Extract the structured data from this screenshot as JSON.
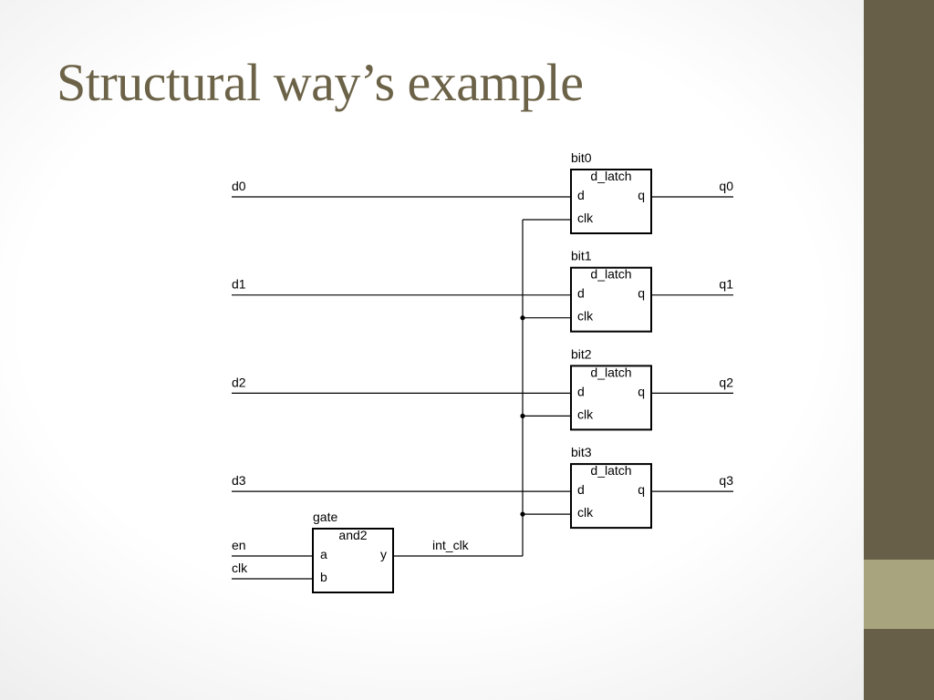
{
  "slide": {
    "title": "Structural way’s example",
    "colors": {
      "title": "#6b6247",
      "sidebar": "#685f48",
      "sidebar_accent": "#a8a47e"
    }
  },
  "diagram": {
    "latches": [
      {
        "instance": "bit0",
        "cell": "d_latch",
        "port_d": "d",
        "port_q": "q",
        "port_clk": "clk",
        "input": "d0",
        "output": "q0"
      },
      {
        "instance": "bit1",
        "cell": "d_latch",
        "port_d": "d",
        "port_q": "q",
        "port_clk": "clk",
        "input": "d1",
        "output": "q1"
      },
      {
        "instance": "bit2",
        "cell": "d_latch",
        "port_d": "d",
        "port_q": "q",
        "port_clk": "clk",
        "input": "d2",
        "output": "q2"
      },
      {
        "instance": "bit3",
        "cell": "d_latch",
        "port_d": "d",
        "port_q": "q",
        "port_clk": "clk",
        "input": "d3",
        "output": "q3"
      }
    ],
    "gate": {
      "instance": "gate",
      "cell": "and2",
      "port_a": "a",
      "port_b": "b",
      "port_y": "y",
      "input_a": "en",
      "input_b": "clk",
      "output": "int_clk"
    }
  }
}
